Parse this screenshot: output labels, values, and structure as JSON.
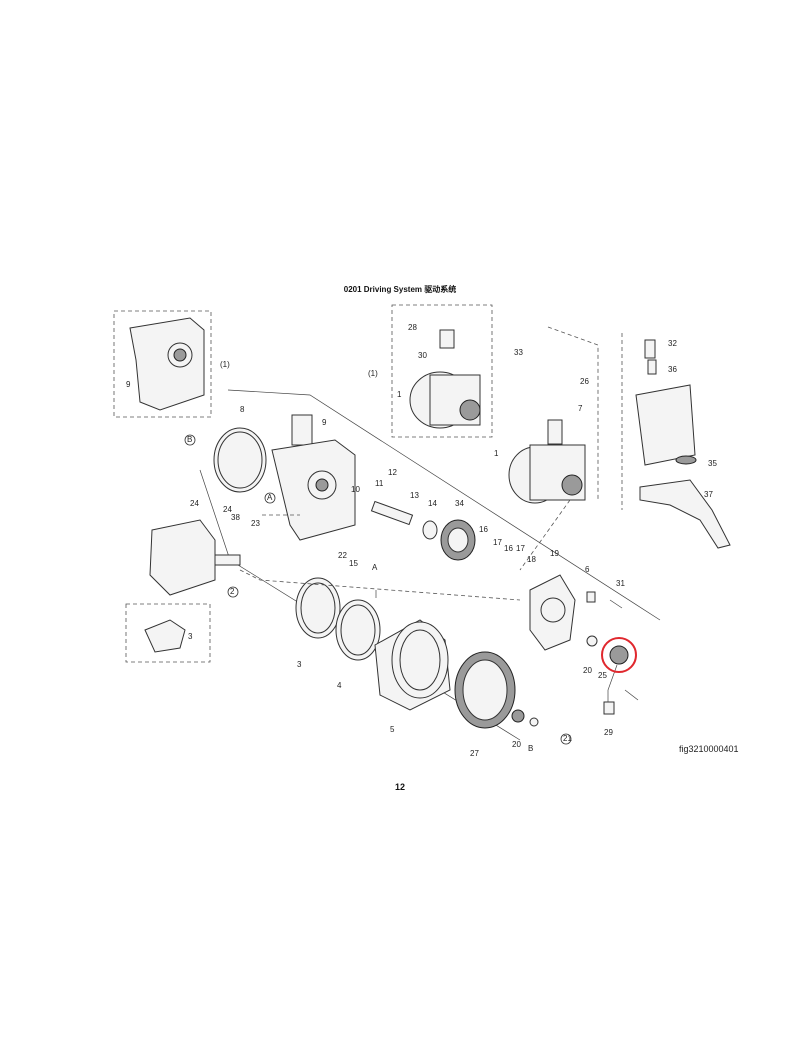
{
  "page": {
    "title": "0201 Driving System 驱动系统",
    "figure_code": "fig3210000401",
    "page_number": "12"
  },
  "callouts": [
    {
      "id": "c1a",
      "text": "(1)"
    },
    {
      "id": "c9a",
      "text": "9"
    },
    {
      "id": "c28",
      "text": "28"
    },
    {
      "id": "c30",
      "text": "30"
    },
    {
      "id": "c1b",
      "text": "(1)"
    },
    {
      "id": "c1c",
      "text": "1"
    },
    {
      "id": "c33",
      "text": "33"
    },
    {
      "id": "c26",
      "text": "26"
    },
    {
      "id": "c7",
      "text": "7"
    },
    {
      "id": "c1d",
      "text": "1"
    },
    {
      "id": "c32",
      "text": "32"
    },
    {
      "id": "c36",
      "text": "36"
    },
    {
      "id": "c35",
      "text": "35"
    },
    {
      "id": "c37",
      "text": "37"
    },
    {
      "id": "c8",
      "text": "8"
    },
    {
      "id": "c9b",
      "text": "9"
    },
    {
      "id": "cB1",
      "text": "B"
    },
    {
      "id": "cA1",
      "text": "A"
    },
    {
      "id": "c10",
      "text": "10"
    },
    {
      "id": "c12",
      "text": "12"
    },
    {
      "id": "c11",
      "text": "11"
    },
    {
      "id": "c13",
      "text": "13"
    },
    {
      "id": "c14",
      "text": "14"
    },
    {
      "id": "c34",
      "text": "34"
    },
    {
      "id": "c24a",
      "text": "24"
    },
    {
      "id": "c24b",
      "text": "24"
    },
    {
      "id": "c38",
      "text": "38"
    },
    {
      "id": "c23",
      "text": "23"
    },
    {
      "id": "c22",
      "text": "22"
    },
    {
      "id": "c15",
      "text": "15"
    },
    {
      "id": "c16",
      "text": "16"
    },
    {
      "id": "c17a",
      "text": "17"
    },
    {
      "id": "c16b",
      "text": "16"
    },
    {
      "id": "c17b",
      "text": "17"
    },
    {
      "id": "c18",
      "text": "18"
    },
    {
      "id": "c19",
      "text": "19"
    },
    {
      "id": "c6",
      "text": "6"
    },
    {
      "id": "c31",
      "text": "31"
    },
    {
      "id": "cA2",
      "text": "A"
    },
    {
      "id": "c2",
      "text": "2"
    },
    {
      "id": "c3a",
      "text": "3"
    },
    {
      "id": "c3b",
      "text": "3"
    },
    {
      "id": "c4",
      "text": "4"
    },
    {
      "id": "c5",
      "text": "5"
    },
    {
      "id": "c27",
      "text": "27"
    },
    {
      "id": "c20a",
      "text": "20"
    },
    {
      "id": "cB2",
      "text": "B"
    },
    {
      "id": "c21",
      "text": "21"
    },
    {
      "id": "c20b",
      "text": "20"
    },
    {
      "id": "c25",
      "text": "25"
    },
    {
      "id": "c29",
      "text": "29"
    }
  ],
  "highlight": {
    "color": "#e0282e"
  },
  "colors": {
    "line": "#333333",
    "fill": "#f4f4f4"
  }
}
